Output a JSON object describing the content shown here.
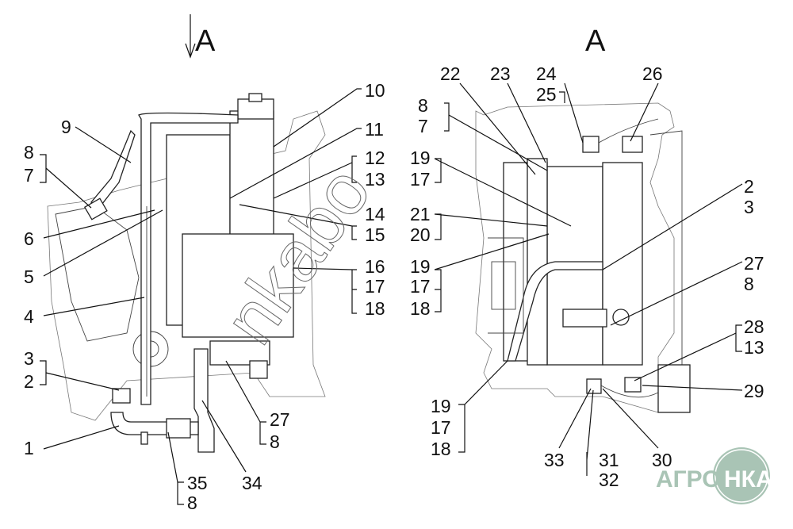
{
  "view_labels": {
    "left": "A",
    "right": "A"
  },
  "left_view": {
    "callouts": [
      "9",
      "8",
      "7",
      "6",
      "5",
      "4",
      "3",
      "2",
      "1",
      "10",
      "11",
      "12",
      "13",
      "14",
      "15",
      "16",
      "17",
      "18",
      "27",
      "8",
      "35",
      "8",
      "34"
    ]
  },
  "right_view": {
    "callouts": [
      "22",
      "23",
      "24",
      "25",
      "26",
      "8",
      "7",
      "19",
      "17",
      "21",
      "20",
      "19",
      "17",
      "18",
      "2",
      "3",
      "27",
      "8",
      "28",
      "13",
      "29",
      "19",
      "17",
      "18",
      "33",
      "31",
      "32",
      "30"
    ]
  },
  "watermark": {
    "diagonal_text": "nkabo",
    "logo_text": "АГРОНКА",
    "logo_color": "#a9c4b5"
  }
}
